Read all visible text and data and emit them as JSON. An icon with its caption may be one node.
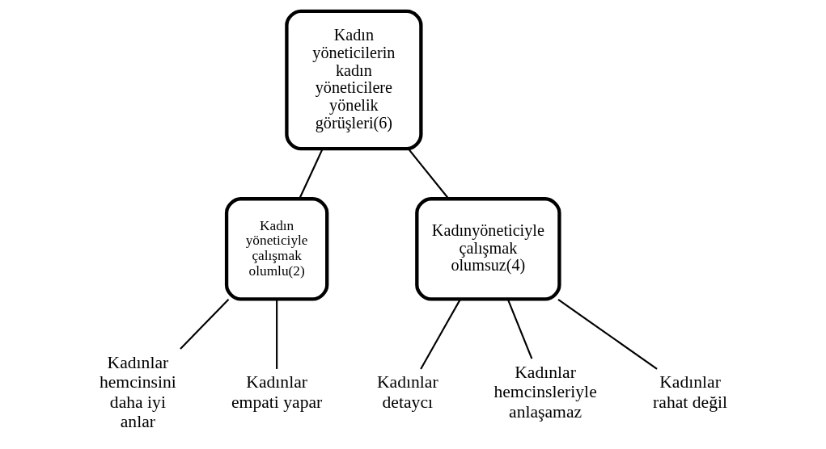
{
  "diagram": {
    "nodes": [
      {
        "text": [
          "Kadın yöneticilerin kadın yöneticilere yönelik görüşleri(6)"
        ]
      },
      {
        "text": [
          "Kadın yöneticiyle çalışmak olumlu(2)"
        ]
      },
      {
        "text": [
          "Kadınyöneticiyle çalışmak olumsuz(4)"
        ]
      },
      {
        "text": [
          "Kadınlar hemcinsini daha iyi anlar"
        ]
      },
      {
        "text": [
          "Kadınlar empati yapar"
        ]
      },
      {
        "text": [
          "Kadınlar detaycı"
        ]
      },
      {
        "text": [
          "Kadınlar hemcinsleriyle anlaşamaz"
        ]
      },
      {
        "text": [
          "Kadınlar rahat değil"
        ]
      }
    ],
    "edges": [
      {
        "from": 0,
        "to": 1,
        "arrow": "none"
      },
      {
        "from": 0,
        "to": 2,
        "arrow": "none"
      },
      {
        "from": 1,
        "to": 3,
        "arrow": "none"
      },
      {
        "from": 1,
        "to": 4,
        "arrow": "none"
      },
      {
        "from": 2,
        "to": 5,
        "arrow": "none"
      },
      {
        "from": 2,
        "to": 6,
        "arrow": "none"
      },
      {
        "from": 2,
        "to": 7,
        "arrow": "none"
      }
    ]
  }
}
